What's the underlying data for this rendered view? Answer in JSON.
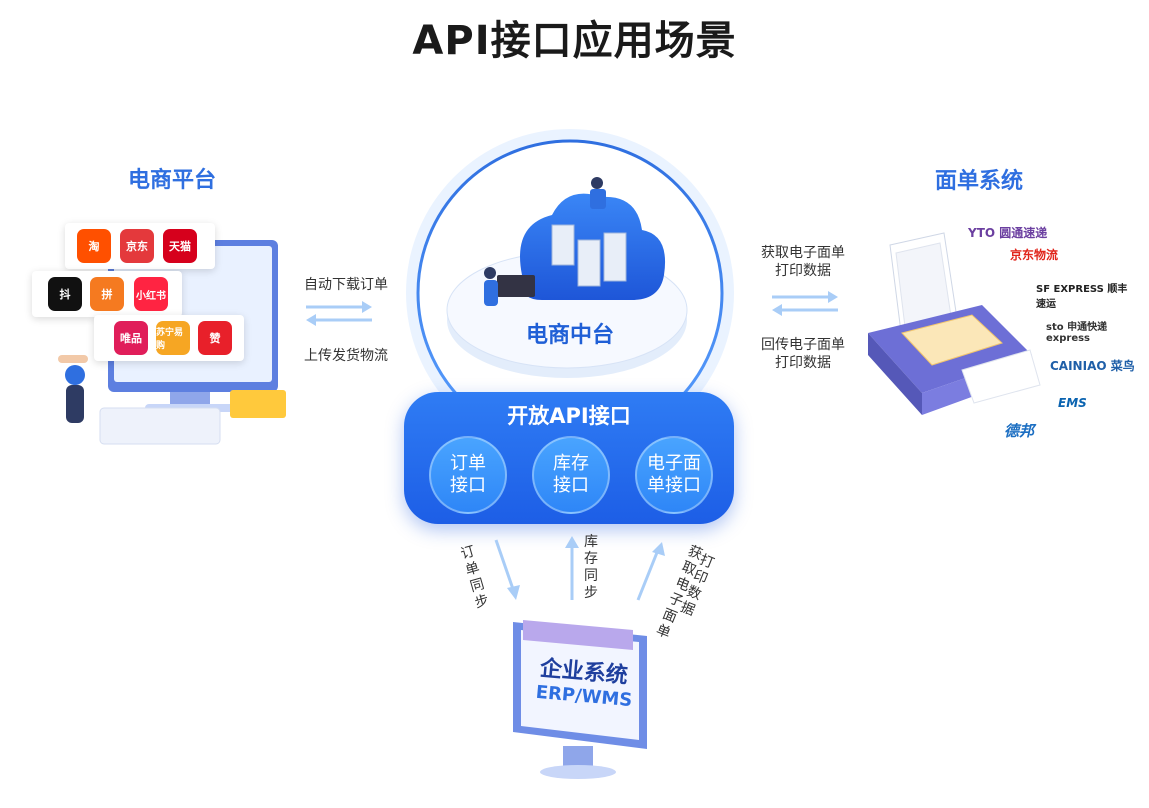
{
  "title": "API接口应用场景",
  "left": {
    "title": "电商平台",
    "apps": [
      {
        "label": "淘",
        "color": "#ff5000"
      },
      {
        "label": "京东",
        "color": "#e4393c"
      },
      {
        "label": "天猫",
        "color": "#d6001c"
      },
      {
        "label": "抖",
        "color": "#111111"
      },
      {
        "label": "拼",
        "color": "#f57a20"
      },
      {
        "label": "小红书",
        "color": "#ff2442"
      },
      {
        "label": "唯品",
        "color": "#e01e5a"
      },
      {
        "label": "苏宁易购",
        "color": "#f6a623"
      },
      {
        "label": "赞",
        "color": "#e8202a"
      }
    ]
  },
  "center": {
    "title": "电商中台"
  },
  "right": {
    "title": "面单系统",
    "logos": [
      {
        "text": "YTO 圆通速递",
        "color": "#6b3fa0"
      },
      {
        "text": "京东物流",
        "color": "#e1251b"
      },
      {
        "text": "SF EXPRESS 顺丰速运",
        "color": "#222222"
      },
      {
        "text": "sto 申通快递 express",
        "color": "#333333"
      },
      {
        "text": "CAINIAO 菜鸟",
        "color": "#1f5fa8"
      },
      {
        "text": "EMS",
        "color": "#0a63b0"
      },
      {
        "text": "德邦",
        "color": "#1b6ec2"
      }
    ]
  },
  "arrows": {
    "left_top": "自动下载订单",
    "left_bottom": "上传发货物流",
    "right_top_1": "获取电子面单",
    "right_top_2": "打印数据",
    "right_bottom_1": "回传电子面单",
    "right_bottom_2": "打印数据",
    "bottom_left": "订单同步",
    "bottom_mid": "库存同步",
    "bottom_right_1": "获取电子面单",
    "bottom_right_2": "打印数据"
  },
  "api": {
    "title": "开放API接口",
    "items": [
      {
        "line1": "订单",
        "line2": "接口"
      },
      {
        "line1": "库存",
        "line2": "接口"
      },
      {
        "line1": "电子面",
        "line2": "单接口"
      }
    ]
  },
  "erp": {
    "line1": "企业系统",
    "line2": "ERP/WMS"
  },
  "colors": {
    "accent": "#2f6fe0",
    "arrow": "#a9cdf7"
  }
}
